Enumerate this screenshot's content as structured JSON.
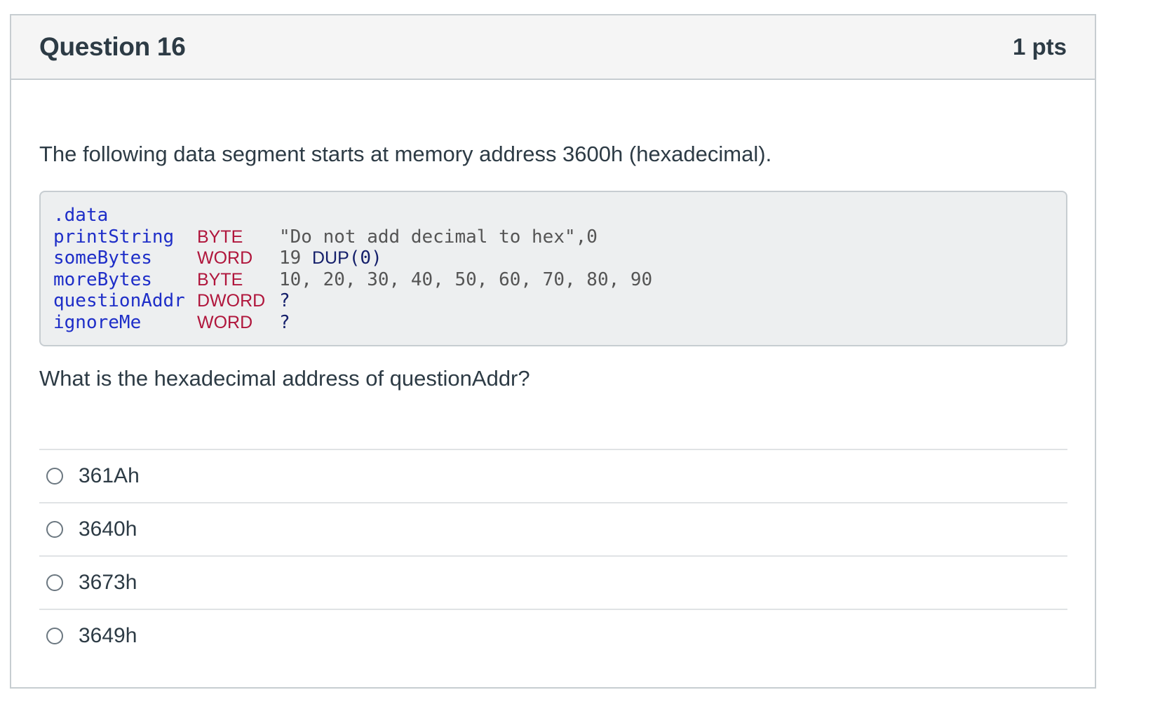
{
  "question": {
    "title": "Question 16",
    "points": "1 pts",
    "prompt": "The following data segment starts at memory address 3600h (hexadecimal).",
    "code": {
      "directive": ".data",
      "lines": [
        {
          "name": "printString",
          "type": "BYTE",
          "value": "\"Do not add decimal to hex\",0"
        },
        {
          "name": "someBytes",
          "type": "WORD",
          "value_num": "19 ",
          "value_kw": "DUP",
          "value_rest": "(0)"
        },
        {
          "name": "moreBytes",
          "type": "BYTE",
          "value": "10, 20, 30, 40, 50, 60, 70, 80, 90"
        },
        {
          "name": "questionAddr",
          "type": "DWORD",
          "value": "?"
        },
        {
          "name": "ignoreMe",
          "type": "WORD",
          "value": "?"
        }
      ]
    },
    "question_text": "What is the hexadecimal address of questionAddr?",
    "answers": [
      {
        "label": "361Ah"
      },
      {
        "label": "3640h"
      },
      {
        "label": "3673h"
      },
      {
        "label": "3649h"
      }
    ]
  }
}
